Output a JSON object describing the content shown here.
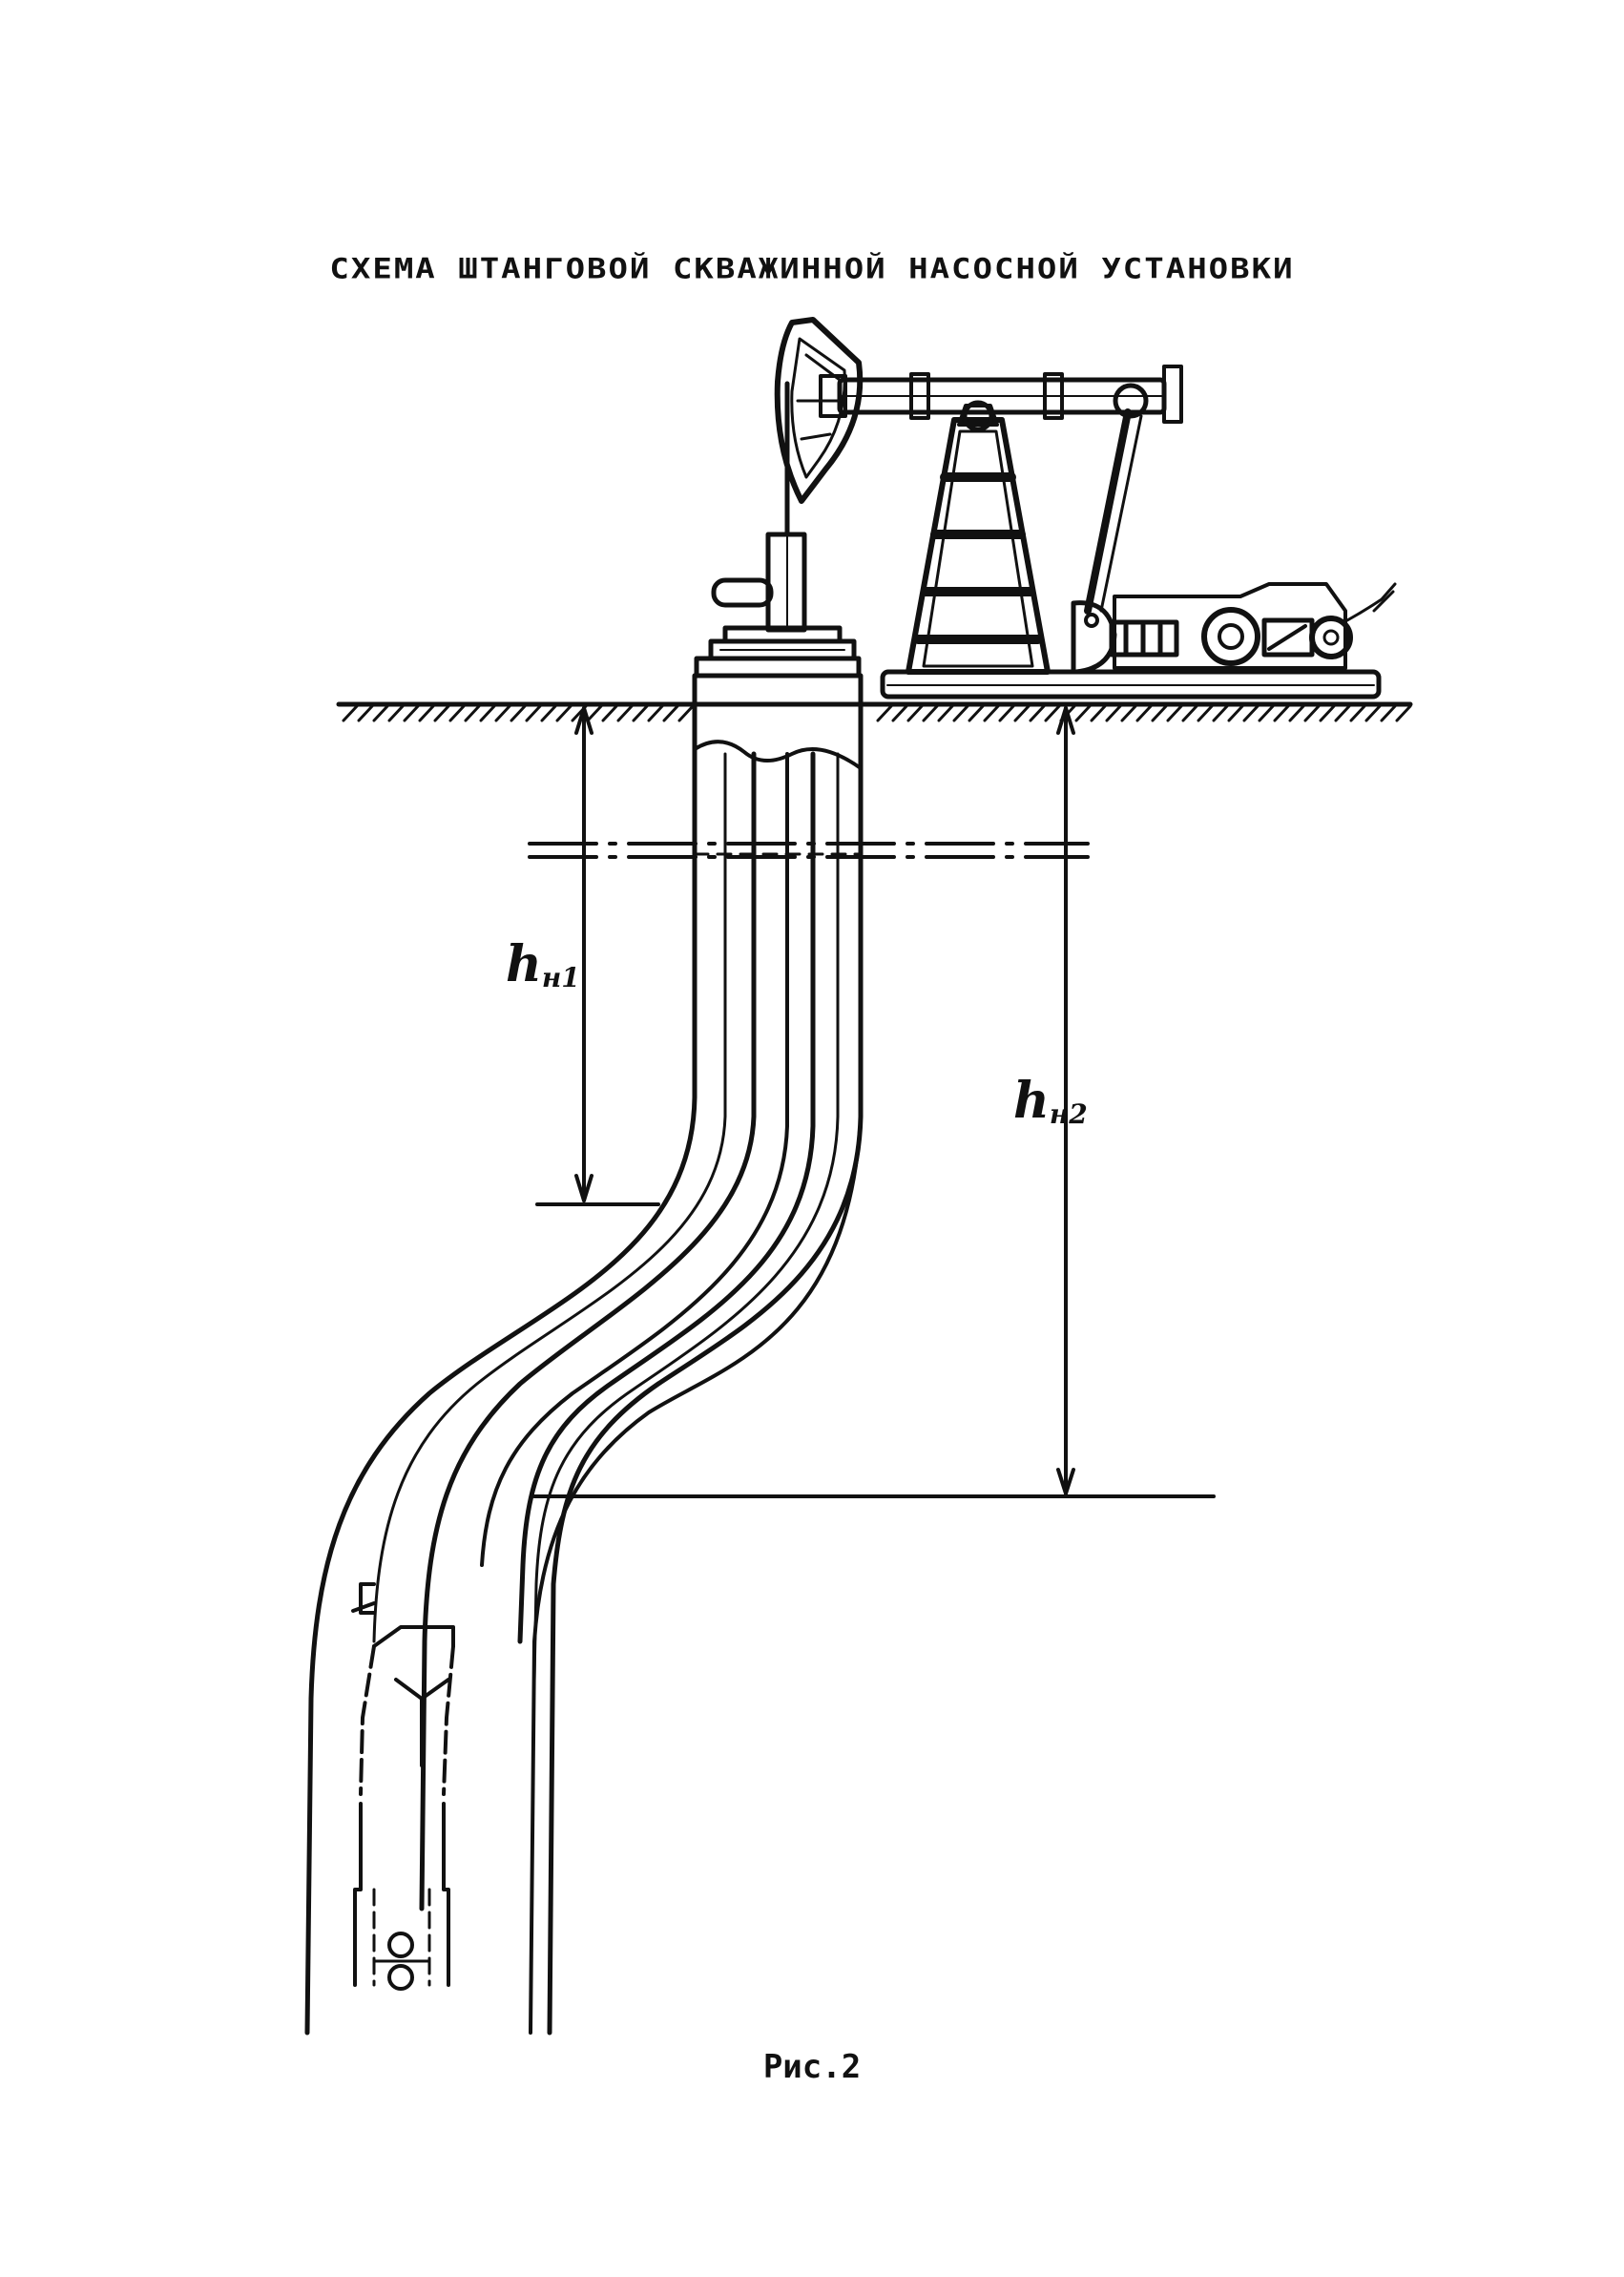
{
  "title": "СХЕМА ШТАНГОВОЙ СКВАЖИННОЙ НАСОСНОЙ УСТАНОВКИ",
  "caption": "Рис.2",
  "dimensions": {
    "h1": {
      "main": "h",
      "sub": "н1"
    },
    "h2": {
      "main": "h",
      "sub": "н2"
    }
  },
  "colors": {
    "ink": "#111111",
    "paper": "#ffffff"
  }
}
